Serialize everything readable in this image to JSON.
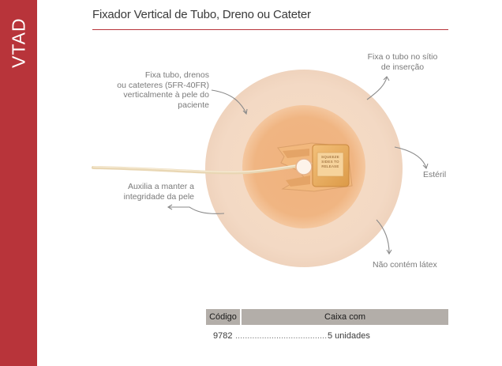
{
  "side_label": "VTAD",
  "title": "Fixador Vertical de Tubo, Dreno ou Cateter",
  "callouts": {
    "fixa_tubo": [
      "Fixa tubo, drenos",
      "ou cateteres (5FR-40FR)",
      "verticalmente à pele do paciente"
    ],
    "fixa_sitio": [
      "Fixa o tubo no sítio",
      "de inserção"
    ],
    "esteril": "Estéril",
    "auxilia": [
      "Auxilia a manter a",
      "integridade da pele"
    ],
    "latex": "Não contém látex"
  },
  "device_text": [
    "SQUEEZE",
    "SIDES TO",
    "RELEASE"
  ],
  "table": {
    "headers": {
      "code": "Código",
      "box": "Caixa com"
    },
    "rows": [
      {
        "code": "9782",
        "dots": "......................................................................",
        "qty": "5 unidades"
      }
    ]
  },
  "colors": {
    "accent": "#b8343a",
    "header_bg": "#b3aea9"
  }
}
